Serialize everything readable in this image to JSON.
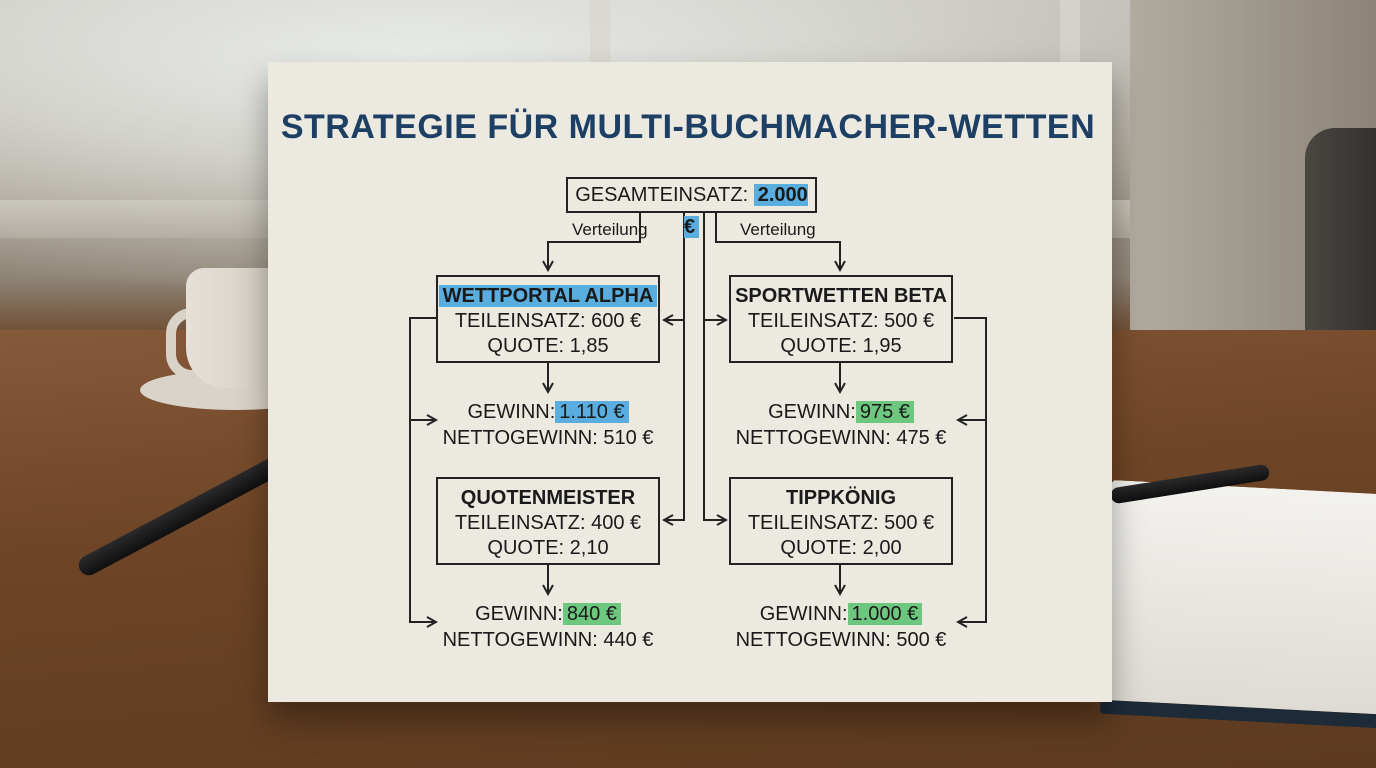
{
  "title": "STRATEGIE FÜR MULTI-BUCHMACHER-WETTEN",
  "total": {
    "label": "GESAMTEINSATZ:",
    "value": "2.000 €"
  },
  "distribution_label": "Verteilung",
  "bookmakers": [
    {
      "name": "WETTPORTAL ALPHA",
      "stake": "TEILEINSATZ: 600 €",
      "odds": "QUOTE: 1,85",
      "win_label": "GEWINN:",
      "win_value": "1.110 €",
      "net": "NETTOGEWINN: 510 €"
    },
    {
      "name": "SPORTWETTEN BETA",
      "stake": "TEILEINSATZ: 500 €",
      "odds": "QUOTE: 1,95",
      "win_label": "GEWINN:",
      "win_value": "975 €",
      "net": "NETTOGEWINN: 475 €"
    },
    {
      "name": "QUOTENMEISTER",
      "stake": "TEILEINSATZ: 400 €",
      "odds": "QUOTE: 2,10",
      "win_label": "GEWINN:",
      "win_value": "840 €",
      "net": "NETTOGEWINN: 440 €"
    },
    {
      "name": "TIPPKÖNIG",
      "stake": "TEILEINSATZ: 500 €",
      "odds": "QUOTE: 2,00",
      "win_label": "GEWINN:",
      "win_value": "1.000 €",
      "net": "NETTOGEWINN: 500 €"
    }
  ],
  "colors": {
    "title": "#1c3f63",
    "highlight_blue": "#5aaedf",
    "highlight_green": "#6ec77f"
  }
}
